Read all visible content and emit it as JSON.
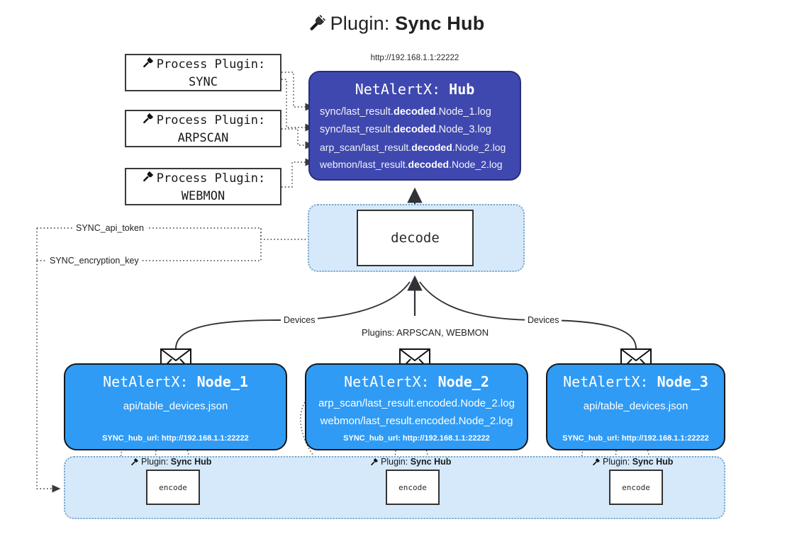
{
  "header": {
    "icon": "plug-icon",
    "prefix": "Plugin:",
    "name": "Sync Hub"
  },
  "hub": {
    "url": "http://192.168.1.1:22222",
    "title_prefix": "NetAlertX:",
    "title_name": "Hub",
    "rows": [
      {
        "pre": "sync/last_result.",
        "em": "decoded",
        "post": ".Node_1.log"
      },
      {
        "pre": "sync/last_result.",
        "em": "decoded",
        "post": ".Node_3.log"
      },
      {
        "pre": "arp_scan/last_result.",
        "em": "decoded",
        "post": ".Node_2.log"
      },
      {
        "pre": "webmon/last_result.",
        "em": "decoded",
        "post": ".Node_2.log"
      }
    ]
  },
  "process_plugins": [
    {
      "line1": "Process Plugin:",
      "line2": "SYNC",
      "icon": "plug-icon"
    },
    {
      "line1": "Process Plugin:",
      "line2": "ARPSCAN",
      "icon": "plug-icon"
    },
    {
      "line1": "Process Plugin:",
      "line2": "WEBMON",
      "icon": "plug-icon"
    }
  ],
  "decode": {
    "label": "decode",
    "inputs": [
      {
        "label": "SYNC_api_token"
      },
      {
        "label": "SYNC_encryption_key"
      }
    ]
  },
  "edge_labels": {
    "devices_left": "Devices",
    "devices_right": "Devices",
    "plugins_center": "Plugins: ARPSCAN, WEBMON"
  },
  "nodes": [
    {
      "title_prefix": "NetAlertX:",
      "title_name": "Node_1",
      "lines": [
        "api/table_devices.json"
      ],
      "footer": "SYNC_hub_url: http://192.168.1.1:22222",
      "icon": "envelope-icon"
    },
    {
      "title_prefix": "NetAlertX:",
      "title_name": "Node_2",
      "lines": [
        "arp_scan/last_result.encoded.Node_2.log",
        "webmon/last_result.encoded.Node_2.log"
      ],
      "footer": "SYNC_hub_url: http://192.168.1.1:22222",
      "icon": "envelope-icon"
    },
    {
      "title_prefix": "NetAlertX:",
      "title_name": "Node_3",
      "lines": [
        "api/table_devices.json"
      ],
      "footer": "SYNC_hub_url: http://192.168.1.1:22222",
      "icon": "envelope-icon"
    }
  ],
  "encoders": [
    {
      "tag_prefix": "Plugin:",
      "tag_name": "Sync Hub",
      "label": "encode",
      "icon": "plug-icon"
    },
    {
      "tag_prefix": "Plugin:",
      "tag_name": "Sync Hub",
      "label": "encode",
      "icon": "plug-icon"
    },
    {
      "tag_prefix": "Plugin:",
      "tag_name": "Sync Hub",
      "label": "encode",
      "icon": "plug-icon"
    }
  ],
  "colors": {
    "hub_fill": "#3f48af",
    "node_fill": "#2f9bf5",
    "band_fill": "#d6e9fb",
    "band_border": "#7aa6c9",
    "stroke": "#333333"
  }
}
